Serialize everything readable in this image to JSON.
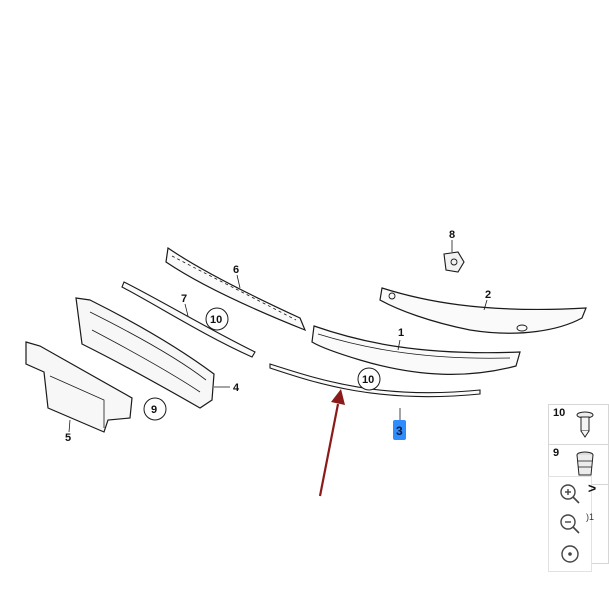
{
  "diagram": {
    "callouts": {
      "c1": "1",
      "c2": "2",
      "c3": "3",
      "c4": "4",
      "c5": "5",
      "c6": "6",
      "c7": "7",
      "c8": "8"
    },
    "circled": {
      "a": "10",
      "b": "10",
      "c": "9"
    }
  },
  "legend": {
    "rows": [
      {
        "label": "10",
        "icon": "screw-clip-icon"
      },
      {
        "label": "9",
        "icon": "grommet-icon"
      }
    ],
    "next_label": ">",
    "fragment": ")1"
  },
  "zoom": {
    "zoom_in": "zoom-in-icon",
    "zoom_out": "zoom-out-icon",
    "reset": "reset-view-icon"
  },
  "colors": {
    "arrow": "#8b1a1a",
    "selection": "#2f8cff",
    "line_art": "#1a1a1a"
  }
}
